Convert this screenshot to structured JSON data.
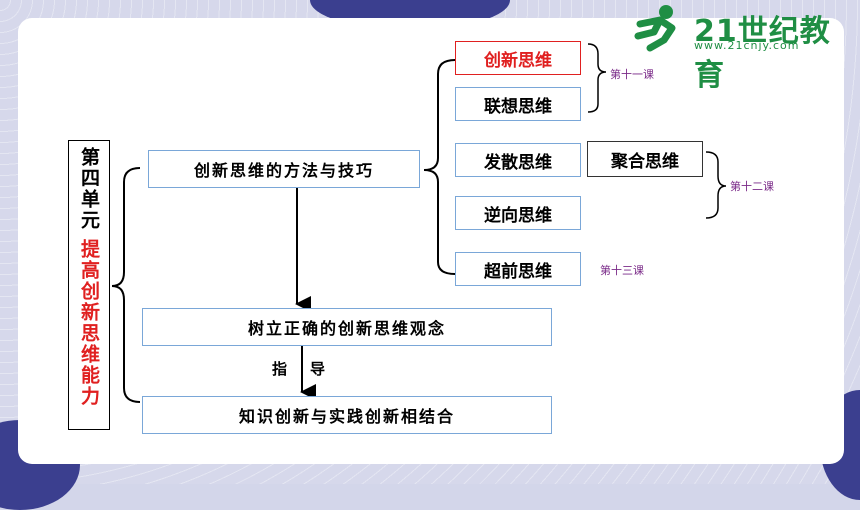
{
  "logo": {
    "name": "21世纪教育",
    "url": "www.21cnjy.com"
  },
  "unit": {
    "line1": "第四单元",
    "line2": "提高创新思维能力"
  },
  "main_topic": "创新思维的方法与技巧",
  "thinking_types": {
    "innovative": "创新思维",
    "associative": "联想思维",
    "divergent": "发散思维",
    "convergent": "聚合思维",
    "reverse": "逆向思维",
    "advanced": "超前思维"
  },
  "lessons": {
    "l11": "第十一课",
    "l12": "第十二课",
    "l13": "第十三课"
  },
  "concept": "树立正确的创新思维观念",
  "guide": {
    "c1": "指",
    "c2": "导"
  },
  "combination": "知识创新与实践创新相结合",
  "colors": {
    "accent_red": "#e02020",
    "note_purple": "#7a2a88",
    "logo_green": "#1f8e44",
    "bg_navy": "#3b3f8f"
  }
}
